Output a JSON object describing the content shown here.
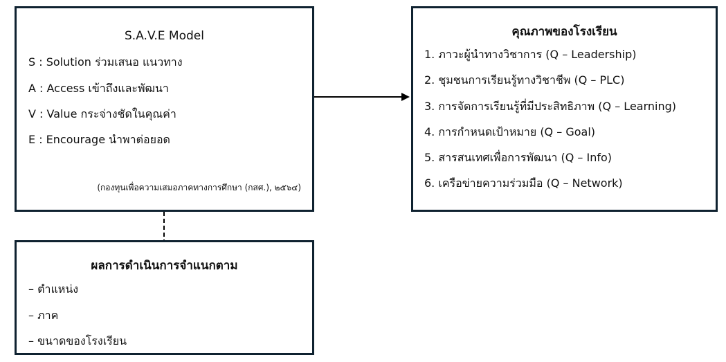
{
  "save_model": {
    "title": "S.A.V.E Model",
    "items": [
      "S : Solution ร่วมเสนอ แนวทาง",
      "A : Access เข้าถึงและพัฒนา",
      "V : Value  กระจ่างชัดในคุณค่า",
      "E : Encourage นำพาต่อยอด"
    ],
    "citation": "(กองทุนเพื่อความเสมอภาคทางการศึกษา (กสศ.), ๒๕๖๔)"
  },
  "school_quality": {
    "title": "คุณภาพของโรงเรียน",
    "items": [
      "1. ภาวะผู้นำทางวิชาการ (Q – Leadership)",
      "2. ชุมชนการเรียนรู้ทางวิชาชีพ (Q – PLC)",
      "3. การจัดการเรียนรู้ที่มีประสิทธิภาพ (Q – Learning)",
      "4. การกำหนดเป้าหมาย (Q – Goal)",
      "5. สารสนเทศเพื่อการพัฒนา (Q – Info)",
      "6. เครือข่ายความร่วมมือ (Q – Network)"
    ]
  },
  "results": {
    "title": "ผลการดำเนินการจำแนกตาม",
    "items": [
      "– ตำแหน่ง",
      "– ภาค",
      "– ขนาดของโรงเรียน"
    ]
  }
}
